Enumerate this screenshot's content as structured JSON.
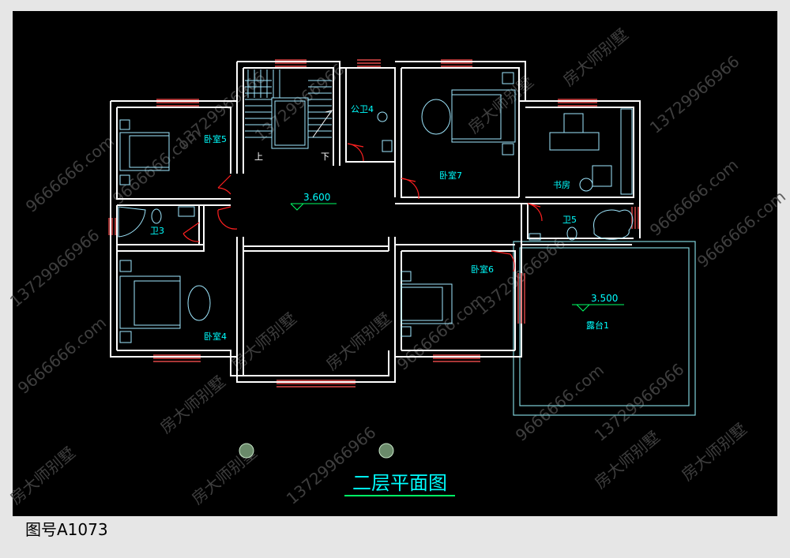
{
  "title": "二层平面图",
  "drawing_number": "图号A1073",
  "watermark": {
    "brand": "房大师别墅",
    "phone": "13729966966",
    "site": "9666666.com"
  },
  "rooms": {
    "bedroom5": "卧室5",
    "bedroom4": "卧室4",
    "bedroom7": "卧室7",
    "bedroom6": "卧室6",
    "study": "书房",
    "bath3": "卫3",
    "bath5": "卫5",
    "public_bath4": "公卫4",
    "terrace1": "露台1"
  },
  "stairs": {
    "up": "上",
    "down": "下"
  },
  "elevations": {
    "floor": "3.600",
    "terrace": "3.500"
  },
  "colors": {
    "wall": "#ffffff",
    "window": "#e04848",
    "fixture": "#9fe8ff",
    "label": "#00ffff",
    "door": "#ff2020",
    "elev": "#00ff66",
    "terrace": "#7fd0d8",
    "title": "#00ffff",
    "title_underline": "#00ff66",
    "column": "#6a8a6a"
  }
}
